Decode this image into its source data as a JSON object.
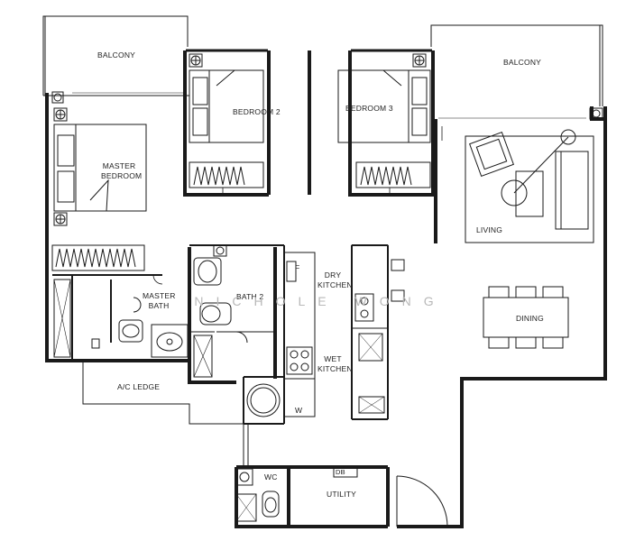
{
  "rooms": {
    "balcony_left": "BALCONY",
    "balcony_right": "BALCONY",
    "master_bedroom_line1": "MASTER",
    "master_bedroom_line2": "BEDROOM",
    "bedroom2": "BEDROOM 2",
    "bedroom3": "BEDROOM 3",
    "living": "LIVING",
    "dining": "DINING",
    "master_bath_line1": "MASTER",
    "master_bath_line2": "BATH",
    "bath2": "BATH 2",
    "dry_kitchen_line1": "DRY",
    "dry_kitchen_line2": "KITCHEN",
    "wet_kitchen_line1": "WET",
    "wet_kitchen_line2": "KITCHEN",
    "ac_ledge": "A/C LEDGE",
    "wc": "WC",
    "utility": "UTILITY"
  },
  "fixtures": {
    "fridge": "F",
    "washer": "W",
    "db": "DB"
  },
  "watermark": "NICHOLE WONG",
  "colors": {
    "line": "#1a1a1a",
    "fill": "#000000",
    "paper": "#ffffff"
  }
}
